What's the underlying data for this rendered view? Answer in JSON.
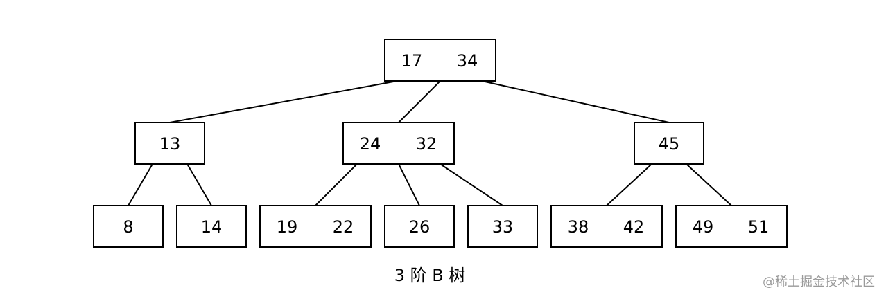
{
  "tree": {
    "root": {
      "keys": [
        "17",
        "34"
      ]
    },
    "level1": [
      {
        "keys": [
          "13"
        ]
      },
      {
        "keys": [
          "24",
          "32"
        ]
      },
      {
        "keys": [
          "45"
        ]
      }
    ],
    "leaves": [
      {
        "keys": [
          "8"
        ]
      },
      {
        "keys": [
          "14"
        ]
      },
      {
        "keys": [
          "19",
          "22"
        ]
      },
      {
        "keys": [
          "26"
        ]
      },
      {
        "keys": [
          "33"
        ]
      },
      {
        "keys": [
          "38",
          "42"
        ]
      },
      {
        "keys": [
          "49",
          "51"
        ]
      }
    ]
  },
  "caption": "3 阶 B 树",
  "watermark": "@稀土掘金技术社区"
}
